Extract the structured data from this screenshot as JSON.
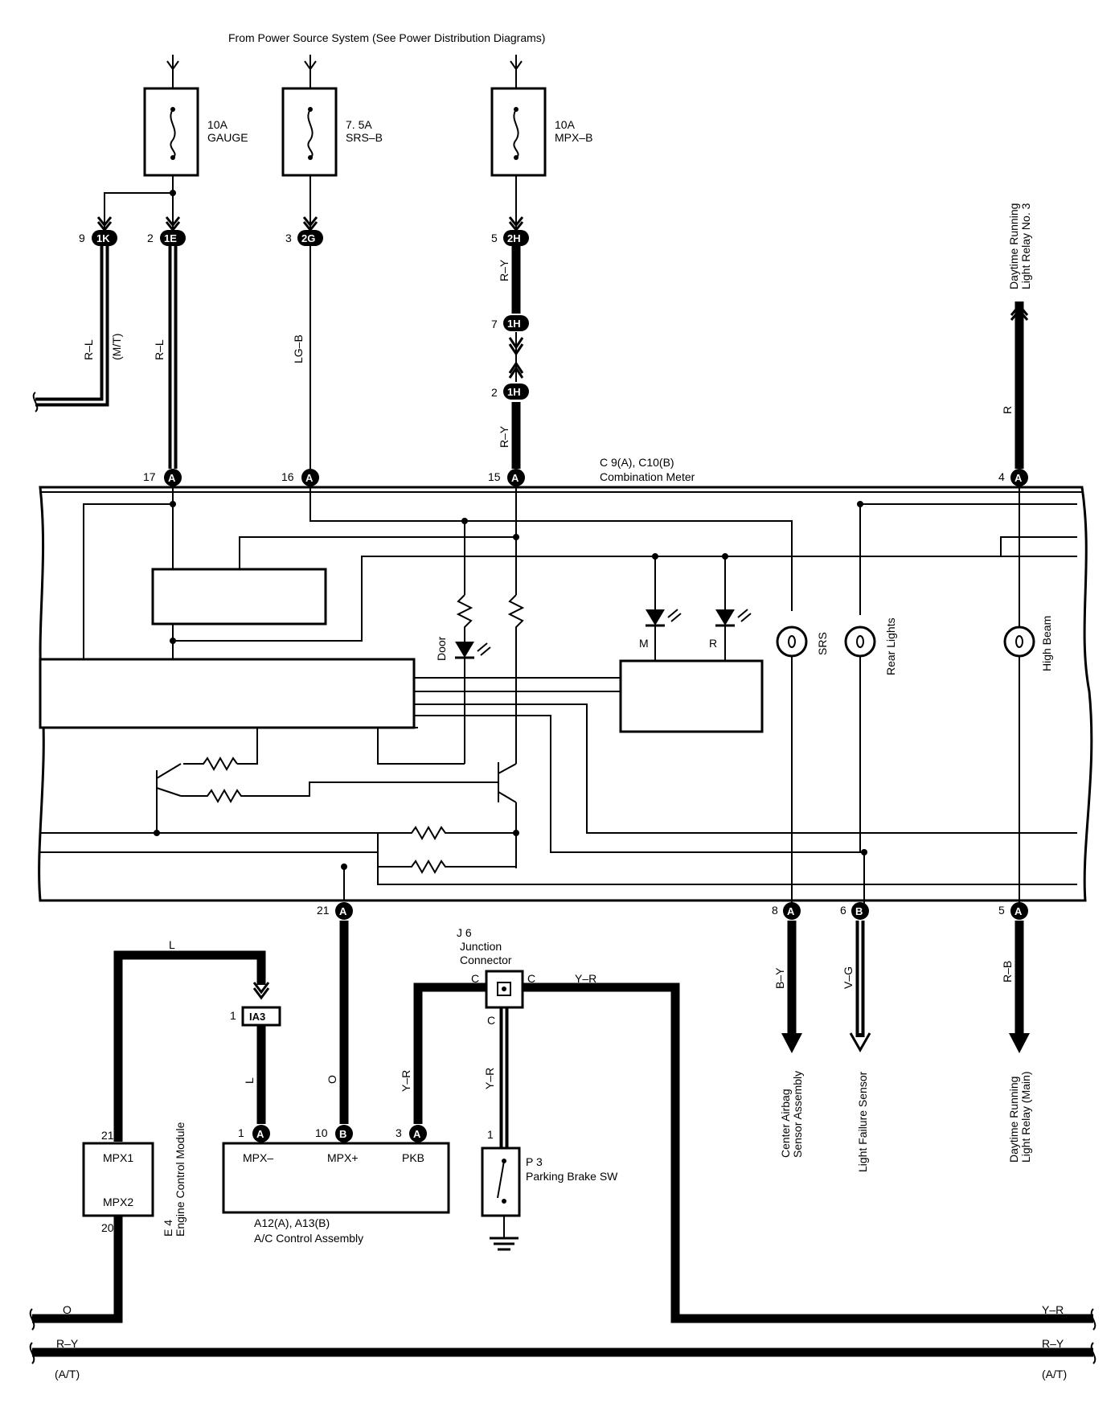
{
  "header": {
    "source_text": "From Power Source System (See Power Distribution Diagrams)"
  },
  "fuses": [
    {
      "rating": "10A",
      "name": "GAUGE"
    },
    {
      "rating": "7. 5A",
      "name": "SRS–B"
    },
    {
      "rating": "10A",
      "name": "MPX–B"
    }
  ],
  "connectors": {
    "c1K": {
      "pin": "9",
      "id": "1K"
    },
    "c1E": {
      "pin": "2",
      "id": "1E"
    },
    "c2G": {
      "pin": "3",
      "id": "2G"
    },
    "c2H": {
      "pin": "5",
      "id": "2H"
    },
    "c1H_top": {
      "pin": "7",
      "id": "1H"
    },
    "c1H_bot": {
      "pin": "2",
      "id": "1H"
    },
    "meter_17": {
      "pin": "17",
      "id": "A"
    },
    "meter_16": {
      "pin": "16",
      "id": "A"
    },
    "meter_15": {
      "pin": "15",
      "id": "A"
    },
    "meter_4": {
      "pin": "4",
      "id": "A"
    },
    "meter_21": {
      "pin": "21",
      "id": "A"
    },
    "meter_8": {
      "pin": "8",
      "id": "A"
    },
    "meter_6": {
      "pin": "6",
      "id": "B"
    },
    "meter_5": {
      "pin": "5",
      "id": "A"
    },
    "ia3": {
      "pin": "1",
      "id": "IA3"
    },
    "ac_1": {
      "pin": "1",
      "id": "A"
    },
    "ac_10": {
      "pin": "10",
      "id": "B"
    },
    "ac_3": {
      "pin": "3",
      "id": "A"
    },
    "ecm_21": {
      "pin": "21"
    },
    "ecm_20": {
      "pin": "20"
    },
    "p3_1": {
      "pin": "1"
    }
  },
  "wires": {
    "rl_mt": "R–L",
    "mt": "(M/T)",
    "rl": "R–L",
    "lgb": "LG–B",
    "ry_top": "R–Y",
    "ry_mid": "R–Y",
    "r": "R",
    "l_top": "L",
    "l_mid": "L",
    "o_mid": "O",
    "yr_left": "Y–R",
    "yr_mid": "Y–R",
    "yr_top": "Y–R",
    "by": "B–Y",
    "vg": "V–G",
    "rb": "R–B",
    "o_bottom": "O",
    "yr_right": "Y–R",
    "ry_bottom_left": "R–Y",
    "ry_bottom_right": "R–Y",
    "at_left": "(A/T)",
    "at_right": "(A/T)"
  },
  "meter": {
    "ref": "C 9(A), C10(B)",
    "name": "Combination Meter",
    "door": "Door",
    "led_m": "M",
    "led_r": "R",
    "srs": "SRS",
    "rear_lights": "Rear Lights",
    "high_beam": "High Beam"
  },
  "drl3": {
    "line1": "Daytime Running",
    "line2": "Light Relay No. 3"
  },
  "junction": {
    "ref": "J 6",
    "line1": "Junction",
    "line2": "Connector",
    "c_left": "C",
    "c_right": "C",
    "c_bottom": "C"
  },
  "ecm": {
    "pin1": "MPX1",
    "pin2": "MPX2",
    "ref": "E 4",
    "name": "Engine Control Module"
  },
  "ac": {
    "pin1": "MPX–",
    "pin2": "MPX+",
    "pin3": "PKB",
    "ref": "A12(A), A13(B)",
    "name": "A/C Control Assembly"
  },
  "p3": {
    "ref": "P 3",
    "name": "Parking Brake SW"
  },
  "dests": [
    {
      "line1": "Center Airbag",
      "line2": "Sensor Assembly"
    },
    {
      "line1": "Light Failure Sensor",
      "line2": ""
    },
    {
      "line1": "Daytime Running",
      "line2": "Light Relay (Main)"
    }
  ]
}
